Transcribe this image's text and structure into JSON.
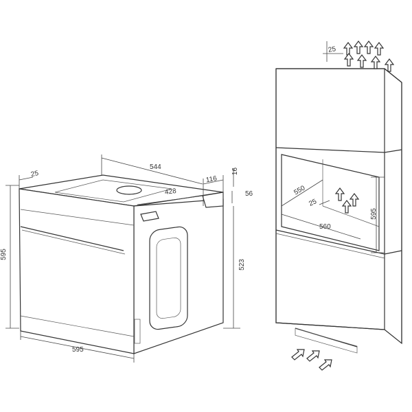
{
  "oven_dimensions": {
    "front_panel_depth": "25",
    "body_depth": "544",
    "top_offset": "16",
    "rear_step": "116",
    "top_width": "428",
    "step_height": "56",
    "total_height": "595",
    "body_height": "523",
    "total_width": "595"
  },
  "cabinet_dimensions": {
    "top_vent_gap": "25",
    "niche_depth": "550",
    "rear_gap": "25",
    "niche_width": "560",
    "niche_height": "595"
  }
}
